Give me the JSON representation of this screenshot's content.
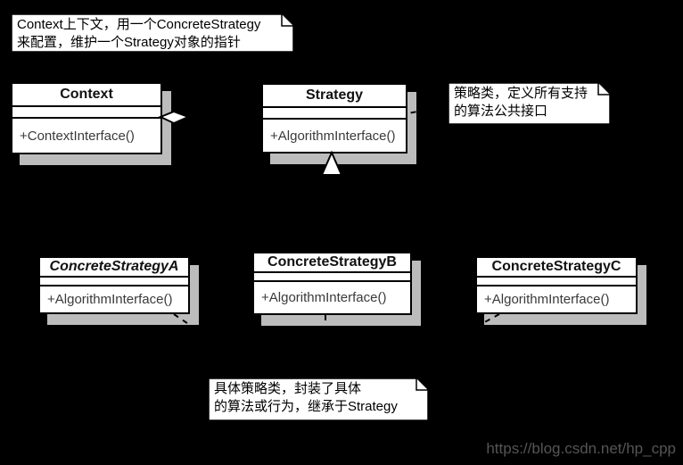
{
  "diagram": {
    "kind": "uml-class-diagram",
    "notes": {
      "context_note": {
        "line1": "Context上下文，用一个ConcreteStrategy",
        "line2": "来配置，维护一个Strategy对象的指针"
      },
      "strategy_note": {
        "line1": "策略类，定义所有支持",
        "line2": "的算法公共接口"
      },
      "concrete_note": {
        "line1": "具体策略类，封装了具体",
        "line2": "的算法或行为，继承于Strategy"
      }
    },
    "classes": {
      "context": {
        "name": "Context",
        "method": "+ContextInterface()"
      },
      "strategy": {
        "name": "Strategy",
        "method": "+AlgorithmInterface()"
      },
      "concrete_a": {
        "name": "ConcreteStrategyA",
        "method": "+AlgorithmInterface()"
      },
      "concrete_b": {
        "name": "ConcreteStrategyB",
        "method": "+AlgorithmInterface()"
      },
      "concrete_c": {
        "name": "ConcreteStrategyC",
        "method": "+AlgorithmInterface()"
      }
    },
    "watermark": "https://blog.csdn.net/hp_cpp"
  },
  "colors": {
    "background": "#000000",
    "box_fill": "#ffffff",
    "shadow": "#bcbcbc",
    "line": "#000000",
    "method_text": "#3a3a3a",
    "watermark": "#555555"
  }
}
